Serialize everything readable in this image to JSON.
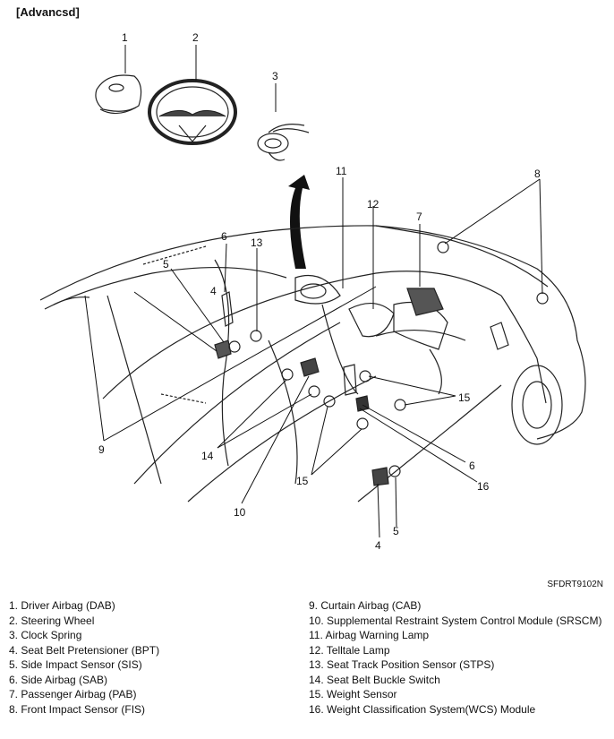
{
  "title": "[Advancsd]",
  "figure_code": "SFDRT9102N",
  "callouts": [
    "1",
    "2",
    "3",
    "4",
    "4",
    "5",
    "5",
    "6",
    "6",
    "7",
    "8",
    "9",
    "10",
    "11",
    "12",
    "13",
    "14",
    "15",
    "15",
    "16"
  ],
  "legend_left": [
    "1. Driver Airbag (DAB)",
    "2. Steering Wheel",
    "3. Clock Spring",
    "4. Seat Belt Pretensioner (BPT)",
    "5. Side Impact Sensor (SIS)",
    "6. Side Airbag (SAB)",
    "7. Passenger Airbag (PAB)",
    "8. Front Impact Sensor (FIS)"
  ],
  "legend_right": [
    "9. Curtain Airbag (CAB)",
    "10. Supplemental Restraint System Control Module (SRSCM)",
    "11. Airbag Warning Lamp",
    "12. Telltale Lamp",
    "13. Seat Track Position Sensor (STPS)",
    "14.  Seat Belt Buckle Switch",
    "15. Weight Sensor",
    "16. Weight Classification System(WCS) Module"
  ]
}
